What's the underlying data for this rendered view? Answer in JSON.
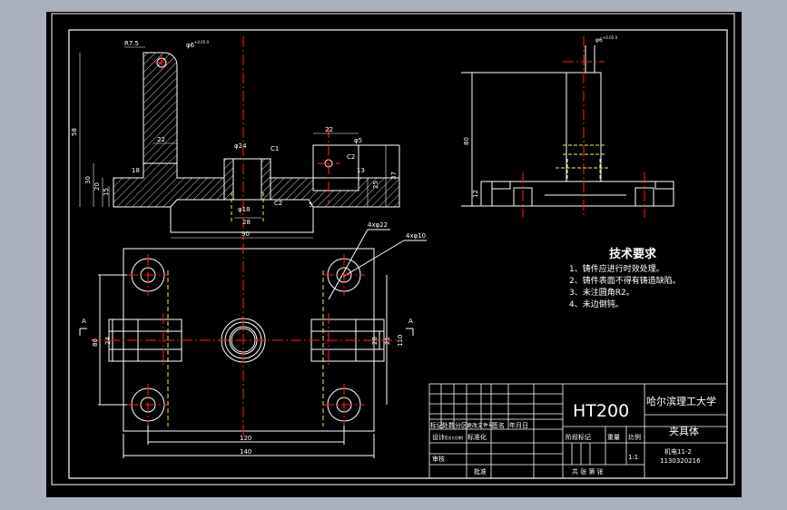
{
  "colors": {
    "window_bg": "#a9b0bb",
    "canvas_bg": "#000000",
    "line": "#ffffff",
    "centerline": "#ff2020",
    "hidden": "#f0f060",
    "hatch": "#ffffff"
  },
  "front_view": {
    "dims": {
      "r75": "R7.5",
      "d6": "φ6",
      "d6_tol": "+0.05 0",
      "d24": "φ24",
      "c1": "C1",
      "d18": "φ18",
      "w28": "28",
      "c2a": "C2",
      "c2b": "C2",
      "w22a": "22",
      "w22b": "22",
      "d5": "φ5",
      "h13": "13",
      "h58": "58",
      "h30": "30",
      "h20": "20",
      "h15": "15",
      "h18": "18",
      "h25": "25",
      "h37": "37",
      "w90": "90",
      "five": "5"
    }
  },
  "side_view": {
    "dims": {
      "d6": "φ6",
      "d6_tol": "+0.05 0",
      "h80": "80",
      "h12": "12"
    }
  },
  "top_view": {
    "dims": {
      "hole4x22": "4xφ22",
      "hole4x10": "4xφ10",
      "w120": "120",
      "w140": "140",
      "h80": "80",
      "h110": "110",
      "h24": "24",
      "h21": "21",
      "h28": "28",
      "sec_a_left": "A",
      "sec_a_right": "A"
    }
  },
  "tech": {
    "title": "技术要求",
    "items": [
      "1、铸件应进行时效处理。",
      "2、铸件表面不得有铸造缺陷。",
      "3、未注圆角R2。",
      "4、未边倒钝。"
    ]
  },
  "title_block": {
    "material": "HT200",
    "university": "哈尔滨理工大学",
    "part_name": "夹具体",
    "scale_value": "1:1",
    "drawing_no": "机电11-2",
    "student_id": "1130320216",
    "header_row": [
      "标记",
      "处数",
      "分区",
      "更改文件号",
      "签名",
      "年月日"
    ],
    "design": "设计",
    "design_sub": "(签名)(日期)",
    "standardize": "标准化",
    "stage_mark": "阶段标记",
    "weight": "重量",
    "scale": "比例",
    "review": "审核",
    "approve": "批准",
    "sheets": "共 张 第 张"
  }
}
